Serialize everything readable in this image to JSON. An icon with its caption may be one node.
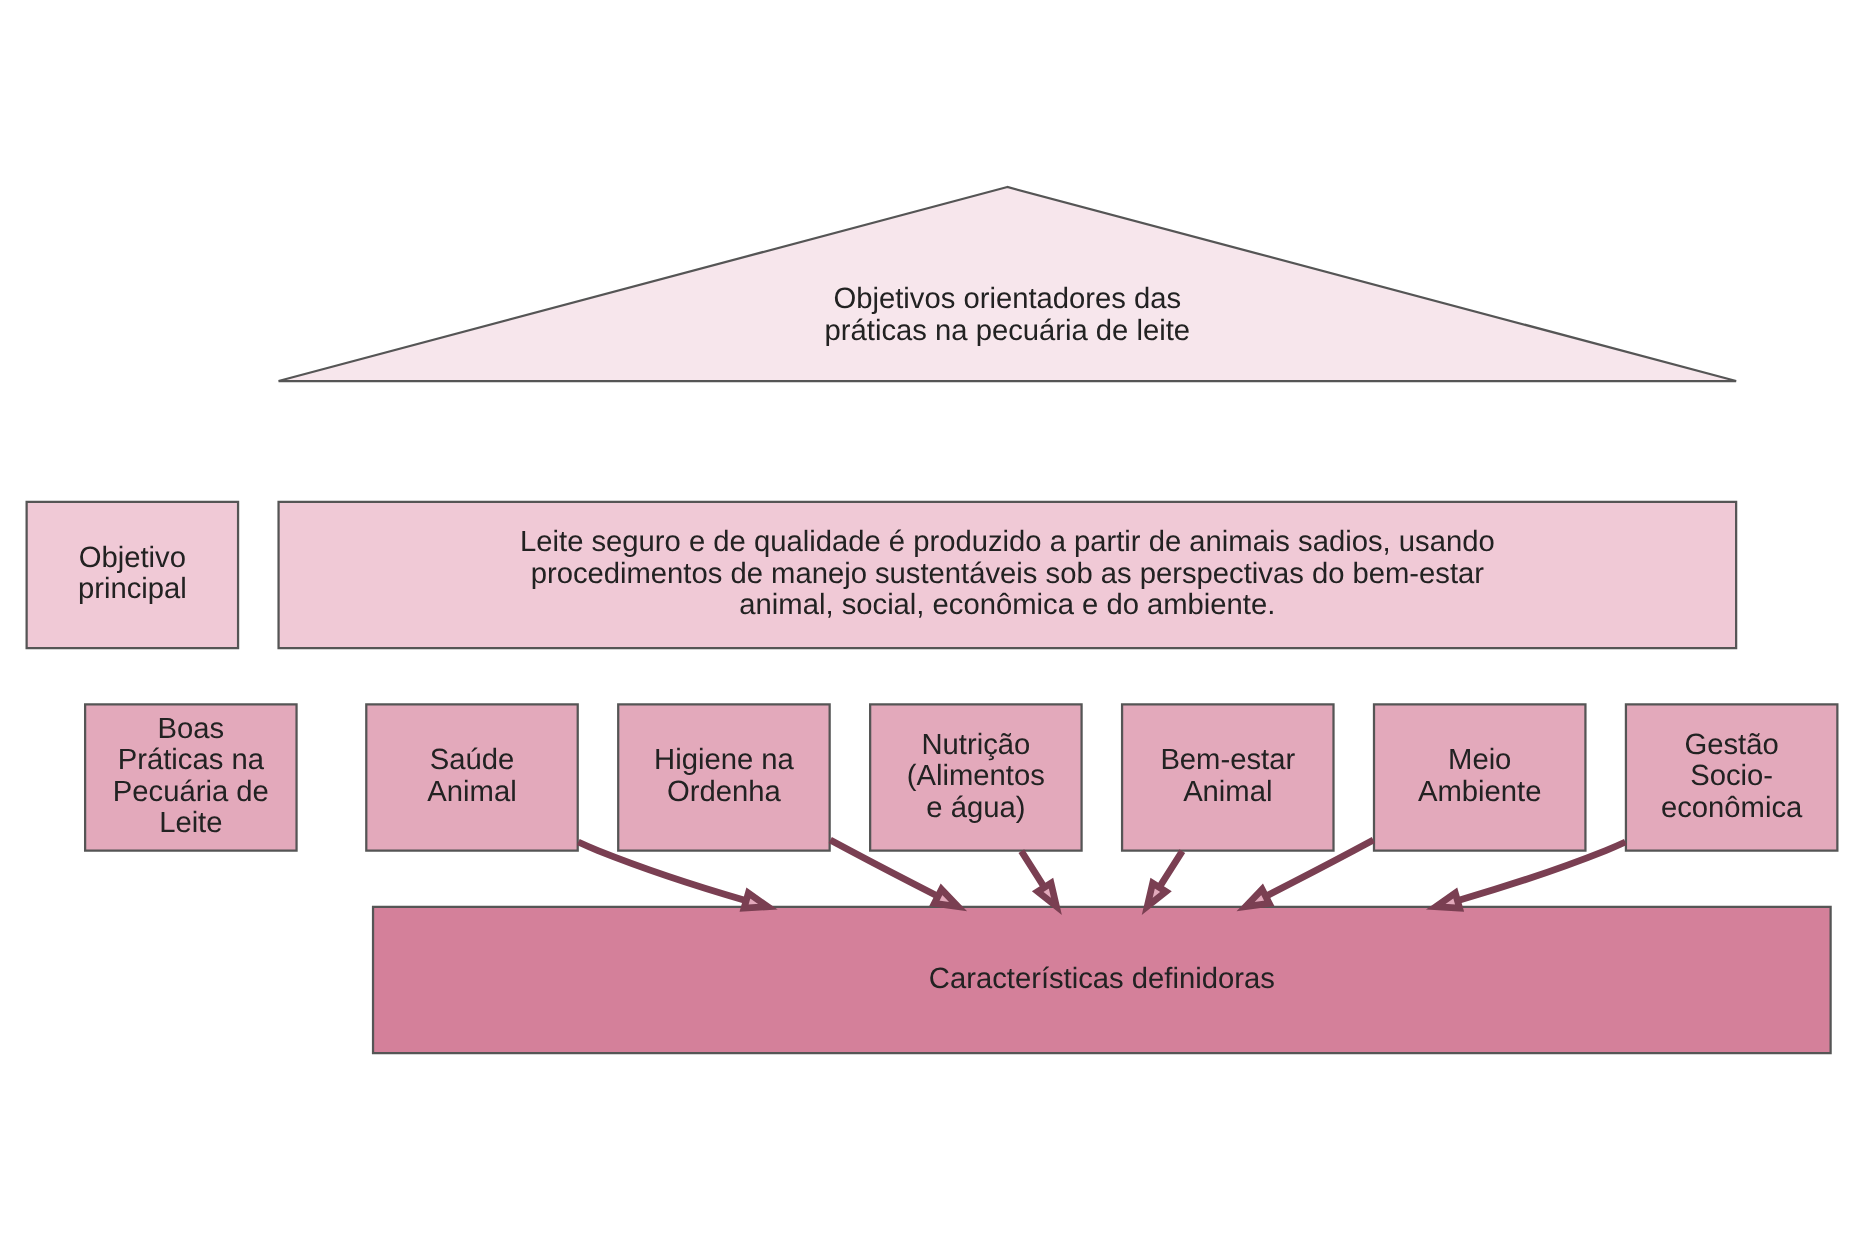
{
  "diagram": {
    "nodes": [
      {
        "text": [
          "Objetivos orientadores das práticas na pecuária de leite"
        ]
      },
      {
        "text": [
          "Objetivo principal"
        ]
      },
      {
        "text": [
          "Leite seguro e de qualidade é produzido a partir de animais sadios, usando procedimentos de manejo sustentáveis sob as perspectivas do bem-estar animal, social, econômica e do ambiente."
        ]
      },
      {
        "text": [
          "Boas Práticas na Pecuária de Leite"
        ]
      },
      {
        "text": [
          "Saúde Animal"
        ]
      },
      {
        "text": [
          "Higiene na Ordenha"
        ]
      },
      {
        "text": [
          "Nutrição (Alimentos e água)"
        ]
      },
      {
        "text": [
          "Bem-estar Animal"
        ]
      },
      {
        "text": [
          "Meio Ambiente"
        ]
      },
      {
        "text": [
          "Gestão Socio-econômica"
        ]
      },
      {
        "text": [
          "Características definidoras"
        ]
      }
    ],
    "edges": [
      {
        "from": 4,
        "to": 10,
        "arrow": "to"
      },
      {
        "from": 5,
        "to": 10,
        "arrow": "to"
      },
      {
        "from": 6,
        "to": 10,
        "arrow": "to"
      },
      {
        "from": 7,
        "to": 10,
        "arrow": "to"
      },
      {
        "from": 8,
        "to": 10,
        "arrow": "to"
      },
      {
        "from": 9,
        "to": 10,
        "arrow": "to"
      }
    ]
  }
}
